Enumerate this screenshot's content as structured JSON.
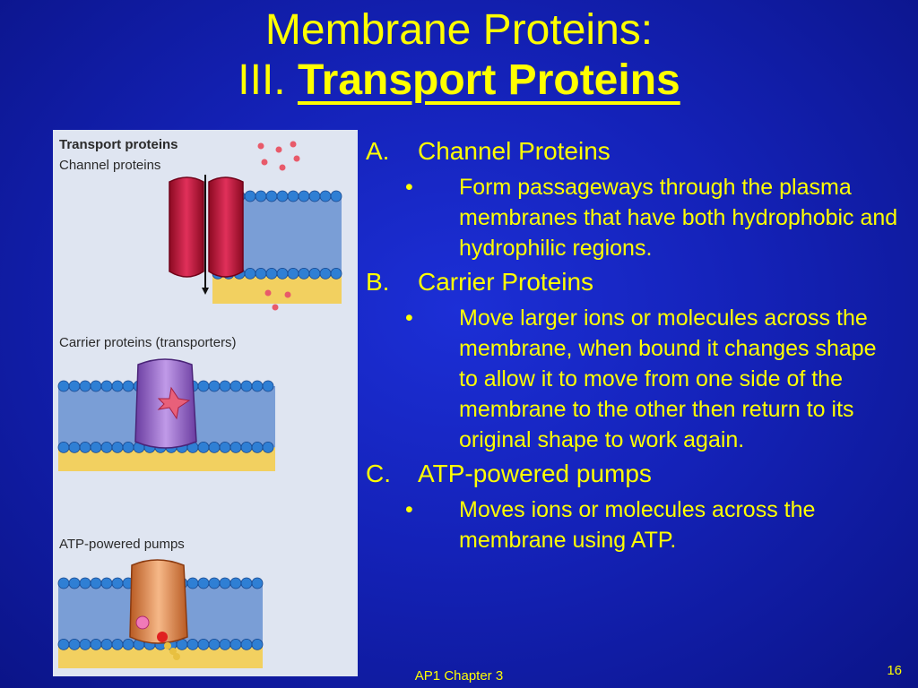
{
  "slide": {
    "title_line1": "Membrane Proteins:",
    "title_line2_prefix": "III.",
    "title_line2_bold": "Transport Proteins",
    "footer": "AP1 Chapter 3",
    "page_number": "16"
  },
  "figure": {
    "heading": "Transport proteins",
    "label_channel": "Channel proteins",
    "label_carrier": "Carrier proteins (transporters)",
    "label_pump": "ATP-powered pumps"
  },
  "sections": [
    {
      "letter": "A.",
      "title": "Channel Proteins",
      "bullet": "Form passageways through the plasma membranes that have both hydrophobic and hydrophilic regions."
    },
    {
      "letter": "B.",
      "title": "Carrier Proteins",
      "bullet": "Move larger ions or molecules across the membrane, when bound it changes shape to allow it to move from one side of the membrane to the other then return to its original shape to work again."
    },
    {
      "letter": "C.",
      "title": "ATP-powered pumps",
      "bullet": "Moves ions or molecules across the membrane using ATP."
    }
  ],
  "bullet_symbol": "•",
  "colors": {
    "text": "#ffff00",
    "background": "#1422b8",
    "channel_protein": "#c8183c",
    "carrier_protein": "#9a6cc8",
    "pump_protein": "#e8925a",
    "phospholipid_head": "#2f7fd4",
    "membrane_tail": "#f2d060"
  }
}
